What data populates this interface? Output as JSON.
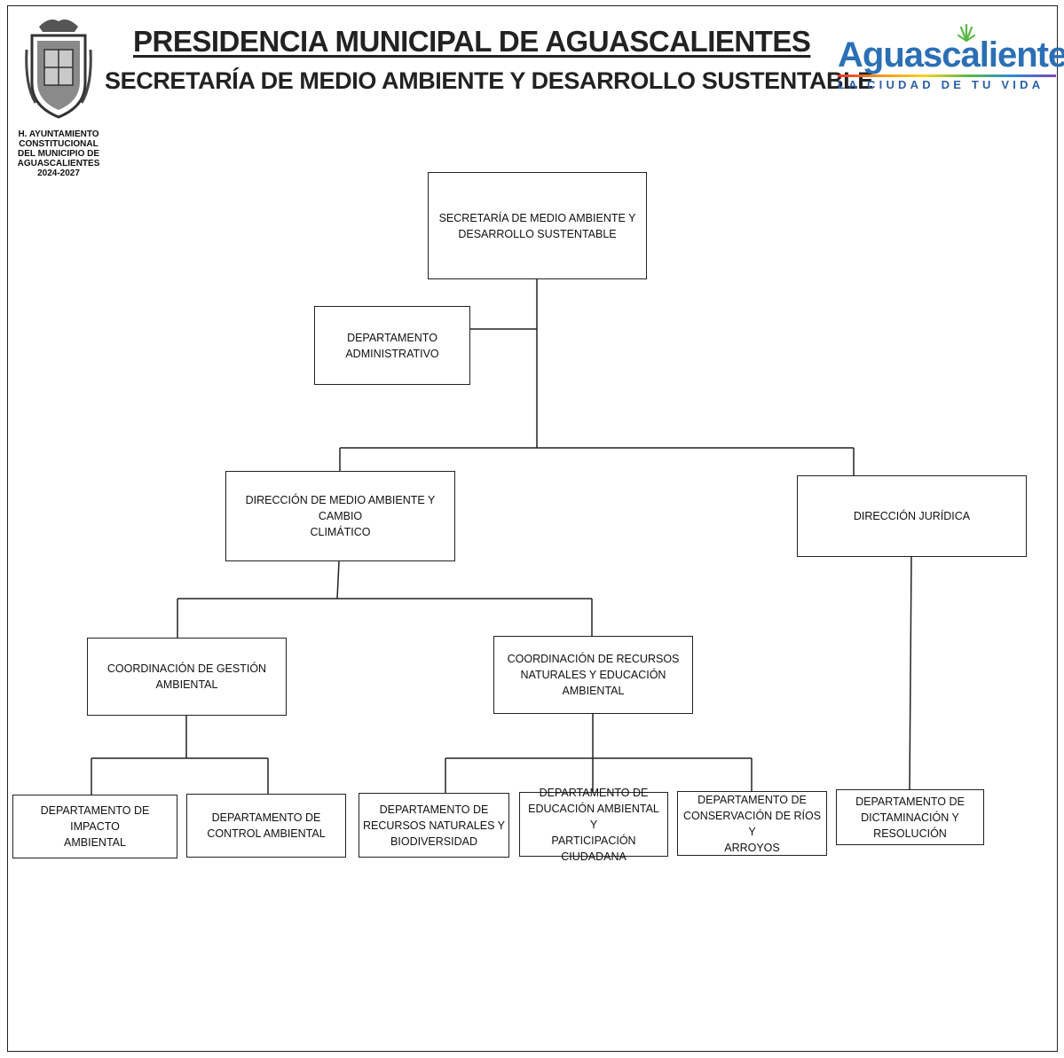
{
  "header": {
    "title": "PRESIDENCIA MUNICIPAL DE AGUASCALIENTES",
    "subtitle": "SECRETARÍA DE MEDIO AMBIENTE Y DESARROLLO SUSTENTABLE",
    "crest_caption": [
      "H. AYUNTAMIENTO",
      "CONSTITUCIONAL",
      "DEL MUNICIPIO DE",
      "AGUASCALIENTES",
      "2024-2027"
    ],
    "brand_name": "Aguascalientes",
    "brand_tagline": "LA CIUDAD DE TU VIDA"
  },
  "org": {
    "secretaria": "SECRETARÍA DE MEDIO AMBIENTE  Y\nDESARROLLO SUSTENTABLE",
    "administrativo": "DEPARTAMENTO\nADMINISTRATIVO",
    "direccion_medio_ambiente": "DIRECCIÓN DE MEDIO AMBIENTE Y CAMBIO\nCLIMÁTICO",
    "direccion_juridica": "DIRECCIÓN JURÍDICA",
    "coord_gestion": "COORDINACIÓN  DE GESTIÓN\nAMBIENTAL",
    "coord_recursos": "COORDINACIÓN  DE RECURSOS\nNATURALES Y EDUCACIÓN\nAMBIENTAL",
    "depto_impacto": "DEPARTAMENTO DE IMPACTO\nAMBIENTAL",
    "depto_control": "DEPARTAMENTO DE\nCONTROL AMBIENTAL",
    "depto_recursos": "DEPARTAMENTO DE\nRECURSOS NATURALES Y\nBIODIVERSIDAD",
    "depto_educacion": "DEPARTAMENTO  DE\nEDUCACIÓN  AMBIENTAL Y\nPARTICIPACIÓN CIUDADANA",
    "depto_conservacion": "DEPARTAMENTO  DE\nCONSERVACIÓN  DE RÍOS Y\nARROYOS",
    "depto_dictaminacion": "DEPARTAMENTO DE\nDICTAMINACIÓN Y\nRESOLUCIÓN"
  }
}
